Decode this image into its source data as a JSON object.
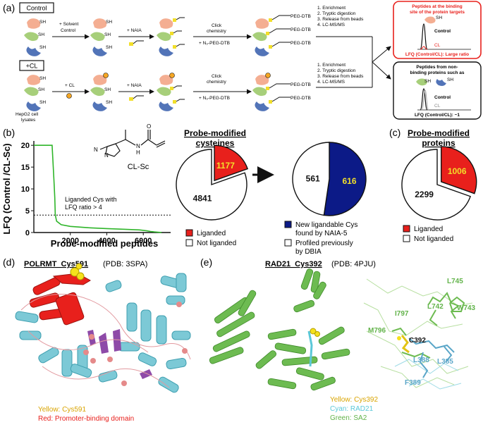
{
  "panel_a": {
    "label": "(a)",
    "control_box": "Control",
    "cl_box": "+CL",
    "step_solvent": [
      "+ Solvent",
      "Control"
    ],
    "step_cl": "+ CL",
    "step_naia_1": "+ NAIA",
    "step_naia_2": "+ NAIA",
    "click_1": [
      "Click",
      "chemistry"
    ],
    "click_1_reagent": "+ N₃-PEG-DTB",
    "click_2": [
      "Click",
      "chemistry"
    ],
    "click_2_reagent": "+ N₃-PEG-DTB",
    "sh": "SH",
    "peg_dtb": "PEG-DTB",
    "steps_top": [
      "1. Enrichment",
      "2. Tryptic digestion",
      "3. Release from beads",
      "4. LC-MS/MS"
    ],
    "steps_bottom": [
      "1. Enrichment",
      "2. Tryptic digestion",
      "3. Release from beads",
      "4. LC-MS/MS"
    ],
    "lysate_label": [
      "HepG2 cell",
      "lysates"
    ],
    "result_top_title": [
      "Peptides at the binding",
      "site of the protein targets"
    ],
    "result_top_control": "Control",
    "result_top_cl": "CL",
    "result_top_ratio": "LFQ (Control/CL): Large ratio",
    "result_bottom_title": [
      "Peptides from non-",
      "binding proteins such as"
    ],
    "result_bottom_control": "Control",
    "result_bottom_cl": "CL",
    "result_bottom_ratio": "LFQ (Control/CL): ~1",
    "colors": {
      "red": "#e8201c",
      "orange": "#f5a623",
      "yellow": "#f2df2a",
      "green": "#a7cf7a",
      "salmon": "#f4ae92",
      "blue": "#5274b8"
    }
  },
  "panel_b": {
    "label": "(b)",
    "annotation": [
      "Liganded Cys with",
      "LFQ ratio > 4"
    ],
    "compound_name": "CL-Sc",
    "pie1_title": [
      "Probe-modified",
      "cysteines"
    ],
    "pie2_legend": [
      {
        "label": [
          "New ligandable Cys",
          "found by NAIA-5"
        ],
        "color": "#0c1a87"
      },
      {
        "label": [
          "Profiled previously",
          "by DBIA"
        ],
        "color": "#ffffff"
      }
    ],
    "pie1_legend": [
      {
        "label": "Liganded",
        "color": "#e8201c"
      },
      {
        "label": "Not liganded",
        "color": "#ffffff"
      }
    ]
  },
  "chart_data": [
    {
      "type": "line",
      "xlabel": "Probe-modified peptides",
      "ylabel": "LFQ (Control /CL-Sc)",
      "xlim": [
        0,
        7500
      ],
      "ylim": [
        0,
        21
      ],
      "yticks": [
        "0",
        "5",
        "10",
        "15",
        "20"
      ],
      "xticks": [
        "2000",
        "4000",
        "6000"
      ],
      "threshold": 4,
      "series": [
        {
          "x": [
            1,
            300,
            700,
            1000,
            1100,
            1150,
            1177,
            1250,
            1500,
            2000,
            3000,
            4000,
            5000,
            5800,
            6000,
            6200,
            6400,
            6600,
            6800,
            7000
          ],
          "y": [
            20,
            20,
            20,
            20,
            12,
            8,
            4,
            2.6,
            1.8,
            1.4,
            1.1,
            0.9,
            0.75,
            0.6,
            0.5,
            0.38,
            0.25,
            0.15,
            0.08,
            0.02
          ]
        }
      ]
    },
    {
      "type": "pie",
      "categories": [
        "Liganded",
        "Not liganded"
      ],
      "values": [
        1177,
        4841
      ],
      "colors": [
        "#e8201c",
        "#ffffff"
      ],
      "value_colors": [
        "#f2df2a",
        "#111111"
      ]
    },
    {
      "type": "pie",
      "categories": [
        "New ligandable Cys found by NAIA-5",
        "Profiled previously by DBIA"
      ],
      "values": [
        616,
        561
      ],
      "colors": [
        "#0c1a87",
        "#ffffff"
      ],
      "value_colors": [
        "#f2df2a",
        "#111111"
      ]
    },
    {
      "type": "pie",
      "title": "Probe-modified proteins",
      "categories": [
        "Liganded",
        "Not liganded"
      ],
      "values": [
        1006,
        2299
      ],
      "colors": [
        "#e8201c",
        "#ffffff"
      ],
      "value_colors": [
        "#f2df2a",
        "#111111"
      ]
    }
  ],
  "panel_c": {
    "label": "(c)",
    "title": [
      "Probe-modified",
      "proteins"
    ],
    "legend": [
      {
        "label": "Liganded",
        "color": "#e8201c"
      },
      {
        "label": "Not liganded",
        "color": "#ffffff"
      }
    ]
  },
  "panel_d": {
    "label": "(d)",
    "title": "POLRMT_Cys591",
    "pdb": "(PDB: 3SPA)",
    "legend": [
      {
        "label": "Yellow: Cys591",
        "color": "#d9a400"
      },
      {
        "label": "Red: Promoter-binding domain",
        "color": "#e8201c"
      }
    ]
  },
  "panel_e": {
    "label": "(e)",
    "title": "RAD21_Cys392",
    "pdb": "(PDB: 4PJU)",
    "residues": [
      "L745",
      "I797",
      "L742",
      "W743",
      "M796",
      "C392",
      "L388",
      "L385",
      "F389"
    ],
    "legend": [
      {
        "label": "Yellow: Cys392",
        "color": "#d9a400"
      },
      {
        "label": "Cyan: RAD21",
        "color": "#5bc8d8"
      },
      {
        "label": "Green: SA2",
        "color": "#62b34a"
      }
    ]
  }
}
